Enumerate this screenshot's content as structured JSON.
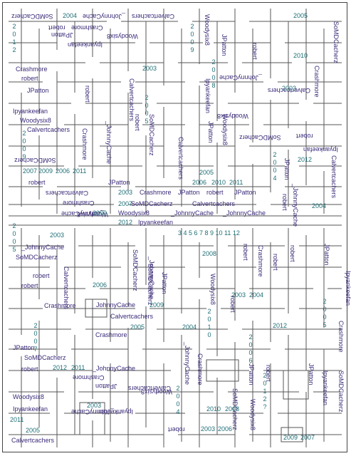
{
  "title": "",
  "colors": {
    "wall": "#555555",
    "name_text": "#3a2a78",
    "year_text": "#1f6f76",
    "background": "#ffffff"
  },
  "labels": [
    {
      "t": "SoMDCacherz",
      "k": "name",
      "r": "rot180"
    },
    {
      "t": "2004",
      "k": "year"
    },
    {
      "t": "_JohnnyCache",
      "k": "name",
      "r": "rot180"
    },
    {
      "t": "Calvertcachers",
      "k": "name",
      "r": "rot180"
    },
    {
      "t": "robert",
      "k": "name",
      "r": "rot180"
    },
    {
      "t": "Crashmore",
      "k": "name",
      "r": "rot180"
    },
    {
      "t": "JPatton",
      "k": "name",
      "r": "rot180"
    },
    {
      "t": "Woodysix8",
      "k": "name",
      "r": "rot180"
    },
    {
      "t": "Ipyankeefan",
      "k": "name",
      "r": "rot180"
    },
    {
      "t": "2005",
      "k": "year"
    },
    {
      "t": "robert",
      "k": "name",
      "r": "vert"
    },
    {
      "t": "JPatton",
      "k": "name",
      "r": "vert"
    },
    {
      "t": "SoMDCacherz",
      "k": "name",
      "r": "vert"
    },
    {
      "t": "2010",
      "k": "year"
    },
    {
      "t": "Woodysix8",
      "k": "name",
      "r": "vert"
    },
    {
      "t": "Crashmore",
      "k": "name"
    },
    {
      "t": "robert",
      "k": "name"
    },
    {
      "t": "JPatton",
      "k": "name"
    },
    {
      "t": "Ipyankeefan",
      "k": "name"
    },
    {
      "t": "Woodysix8",
      "k": "name"
    },
    {
      "t": "2003",
      "k": "year"
    },
    {
      "t": "robert",
      "k": "name",
      "r": "vert"
    },
    {
      "t": "Calvertcachers",
      "k": "name",
      "r": "vert"
    },
    {
      "t": "Ipyankeefan",
      "k": "name",
      "r": "vert"
    },
    {
      "t": "_JohnnyCache",
      "k": "name",
      "r": "rot180"
    },
    {
      "t": "Calvertcachers",
      "k": "name",
      "r": "rot180"
    },
    {
      "t": "2003",
      "k": "year"
    },
    {
      "t": "Crashmore",
      "k": "name",
      "r": "vert"
    },
    {
      "t": "Woodysix8",
      "k": "name",
      "r": "rot180"
    },
    {
      "t": "Calvertcachers",
      "k": "name"
    },
    {
      "t": "SoMDCacherz",
      "k": "name",
      "r": "rot180"
    },
    {
      "t": "2007",
      "k": "year"
    },
    {
      "t": "2009",
      "k": "year"
    },
    {
      "t": "2006",
      "k": "year"
    },
    {
      "t": "2011",
      "k": "year"
    },
    {
      "t": "Crashmore",
      "k": "name",
      "r": "vert"
    },
    {
      "t": "_JohnnyCache",
      "k": "name",
      "r": "vert"
    },
    {
      "t": "robert",
      "k": "name",
      "r": "vert"
    },
    {
      "t": "SoMDCacherz",
      "k": "name",
      "r": "vert"
    },
    {
      "t": "Calvertcachers",
      "k": "name",
      "r": "vert"
    },
    {
      "t": "JPatton",
      "k": "name",
      "r": "vert"
    },
    {
      "t": "Woodysix8",
      "k": "name",
      "r": "vert"
    },
    {
      "t": "SoMDCacherz",
      "k": "name",
      "r": "rot180"
    },
    {
      "t": "robert",
      "k": "name",
      "r": "rot180"
    },
    {
      "t": "Ipyankeefan",
      "k": "name",
      "r": "rot180"
    },
    {
      "t": "JPatton",
      "k": "name",
      "r": "vert"
    },
    {
      "t": "2012",
      "k": "year"
    },
    {
      "t": "Calvertcachers",
      "k": "name",
      "r": "vert"
    },
    {
      "t": "robert",
      "k": "name"
    },
    {
      "t": "JPatton",
      "k": "name"
    },
    {
      "t": "2005",
      "k": "year"
    },
    {
      "t": "2006",
      "k": "year"
    },
    {
      "t": "2010",
      "k": "year"
    },
    {
      "t": "2011",
      "k": "year"
    },
    {
      "t": "_JohnnyCache",
      "k": "name",
      "r": "vert"
    },
    {
      "t": "robert",
      "k": "name",
      "r": "vert"
    },
    {
      "t": "2004",
      "k": "year"
    },
    {
      "t": "Calvertcachers",
      "k": "name",
      "r": "rot180"
    },
    {
      "t": "2003",
      "k": "year"
    },
    {
      "t": "Crashmore",
      "k": "name"
    },
    {
      "t": "JPatton",
      "k": "name"
    },
    {
      "t": "robert",
      "k": "name"
    },
    {
      "t": "JPatton",
      "k": "name"
    },
    {
      "t": "Crashmore",
      "k": "name",
      "r": "rot180"
    },
    {
      "t": "Woodysix8",
      "k": "name",
      "r": "rot180"
    },
    {
      "t": "2007",
      "k": "year"
    },
    {
      "t": "SoMDCacherz",
      "k": "name"
    },
    {
      "t": "Calvertcachers",
      "k": "name"
    },
    {
      "t": "_JohnnyCache",
      "k": "name",
      "r": "rot180"
    },
    {
      "t": "2009",
      "k": "year"
    },
    {
      "t": "Woodysix8",
      "k": "name"
    },
    {
      "t": "_JohnnyCache",
      "k": "name"
    },
    {
      "t": "_JohnnyCache",
      "k": "name"
    },
    {
      "t": "2012",
      "k": "year"
    },
    {
      "t": "Ipyankeefan",
      "k": "name"
    },
    {
      "t": "2003",
      "k": "year"
    },
    {
      "t": "3 4 5 6 7 8 9 10 11 12",
      "k": "year"
    },
    {
      "t": "_JohnnyCache",
      "k": "name"
    },
    {
      "t": "SoMDCacherz",
      "k": "name",
      "r": "vert"
    },
    {
      "t": "_JohnnyCache",
      "k": "name",
      "r": "vert"
    },
    {
      "t": "2008",
      "k": "year"
    },
    {
      "t": "robert",
      "k": "name",
      "r": "vert"
    },
    {
      "t": "Crashmore",
      "k": "name",
      "r": "vert"
    },
    {
      "t": "robert",
      "k": "name",
      "r": "vert"
    },
    {
      "t": "robert",
      "k": "name",
      "r": "vert"
    },
    {
      "t": "JPatton",
      "k": "name",
      "r": "vert"
    },
    {
      "t": "SoMDCacherz",
      "k": "name"
    },
    {
      "t": "robert",
      "k": "name"
    },
    {
      "t": "Calvertcachers",
      "k": "name",
      "r": "vert"
    },
    {
      "t": "robert",
      "k": "name"
    },
    {
      "t": "2006",
      "k": "year"
    },
    {
      "t": "SoMDCacherz",
      "k": "name",
      "r": "vert"
    },
    {
      "t": "JPatton",
      "k": "name",
      "r": "vert"
    },
    {
      "t": "Woodysix8",
      "k": "name",
      "r": "vert"
    },
    {
      "t": "2003",
      "k": "year"
    },
    {
      "t": "2004",
      "k": "year"
    },
    {
      "t": "Ipyankeefan",
      "k": "name",
      "r": "vert"
    },
    {
      "t": "Crashmore",
      "k": "name"
    },
    {
      "t": "_JohnnyCache",
      "k": "name"
    },
    {
      "t": "2009",
      "k": "year"
    },
    {
      "t": "Calvertcachers",
      "k": "name"
    },
    {
      "t": "robert",
      "k": "name",
      "r": "vert"
    },
    {
      "t": "2005",
      "k": "year"
    },
    {
      "t": "2004",
      "k": "year"
    },
    {
      "t": "2012",
      "k": "year"
    },
    {
      "t": "Crashmore",
      "k": "name"
    },
    {
      "t": "Crashmore",
      "k": "name",
      "r": "vert"
    },
    {
      "t": "JPatton",
      "k": "name"
    },
    {
      "t": "SoMDCacherz",
      "k": "name"
    },
    {
      "t": "_JohnnyCache",
      "k": "name"
    },
    {
      "t": "robert",
      "k": "name"
    },
    {
      "t": "2012",
      "k": "year"
    },
    {
      "t": "2011",
      "k": "year"
    },
    {
      "t": "_JohnnyCache",
      "k": "name",
      "r": "vert"
    },
    {
      "t": "Crashmore",
      "k": "name",
      "r": "vert"
    },
    {
      "t": "JPatton",
      "k": "name",
      "r": "vert"
    },
    {
      "t": "robert",
      "k": "name",
      "r": "vert"
    },
    {
      "t": "Crashmore",
      "k": "name",
      "r": "rot180"
    },
    {
      "t": "JPatton",
      "k": "name",
      "r": "rot180"
    },
    {
      "t": "Calvertcachers",
      "k": "name",
      "r": "rot180"
    },
    {
      "t": "Woodysix8",
      "k": "name"
    },
    {
      "t": "2003",
      "k": "year"
    },
    {
      "t": "Woodysix8",
      "k": "name",
      "r": "rot180"
    },
    {
      "t": "Ipyankeefan",
      "k": "name"
    },
    {
      "t": "_JohnnyCache",
      "k": "name",
      "r": "rot180"
    },
    {
      "t": "Ipyankeefan",
      "k": "name",
      "r": "rot180"
    },
    {
      "t": "SoMDCacherz",
      "k": "name",
      "r": "vert"
    },
    {
      "t": "2010",
      "k": "year"
    },
    {
      "t": "2008",
      "k": "year"
    },
    {
      "t": "Woodysix8",
      "k": "name",
      "r": "vert"
    },
    {
      "t": "JPatton",
      "k": "name",
      "r": "vert"
    },
    {
      "t": "Ipyankeefan",
      "k": "name",
      "r": "vert"
    },
    {
      "t": "SoMDCacherz",
      "k": "name",
      "r": "vert"
    },
    {
      "t": "2011",
      "k": "year"
    },
    {
      "t": "2005",
      "k": "year"
    },
    {
      "t": "Calvertcachers",
      "k": "name"
    },
    {
      "t": "robert",
      "k": "name",
      "r": "rot180"
    },
    {
      "t": "2003",
      "k": "year"
    },
    {
      "t": "2006",
      "k": "year"
    },
    {
      "t": "2009",
      "k": "year"
    },
    {
      "t": "2007",
      "k": "year"
    }
  ],
  "stacks": [
    {
      "t": "2012"
    },
    {
      "t": "2009"
    },
    {
      "t": "2008"
    },
    {
      "t": "2005"
    },
    {
      "t": "2009"
    },
    {
      "t": "2004"
    },
    {
      "t": "2005"
    },
    {
      "t": "2007"
    },
    {
      "t": "2010"
    },
    {
      "t": "2005"
    },
    {
      "t": "2006"
    },
    {
      "t": "2004"
    },
    {
      "t": "2012?"
    }
  ]
}
